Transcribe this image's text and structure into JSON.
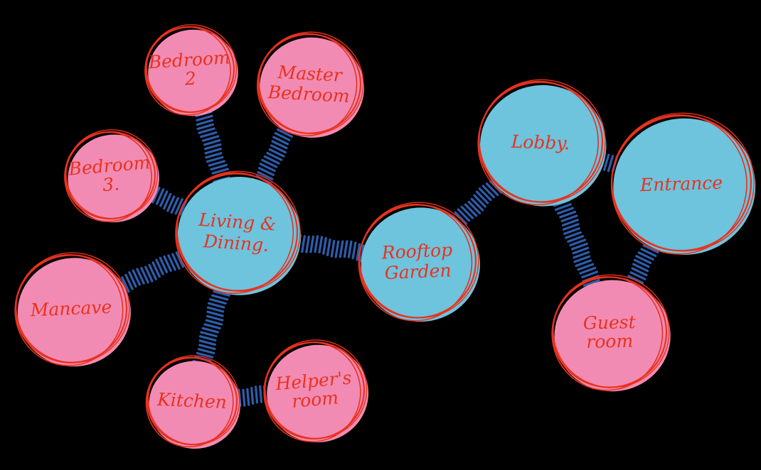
{
  "diagram": {
    "background_color": "#000000",
    "colors": {
      "private_zone_fill": "#F28BB3",
      "public_zone_fill": "#6EC3DD",
      "outline": "#E8321E",
      "connector": "#2E5DAB",
      "label": "#E8321E"
    },
    "rooms": [
      {
        "id": "bedroom-2",
        "zone": "private",
        "lines": [
          "Bedroom",
          "2"
        ]
      },
      {
        "id": "master-bedroom",
        "zone": "private",
        "lines": [
          "Master",
          "Bedroom"
        ]
      },
      {
        "id": "bedroom-3",
        "zone": "private",
        "lines": [
          "Bedroom",
          "3."
        ]
      },
      {
        "id": "living-dining",
        "zone": "public",
        "lines": [
          "Living &",
          "Dining."
        ]
      },
      {
        "id": "mancave",
        "zone": "private",
        "lines": [
          "Mancave"
        ]
      },
      {
        "id": "kitchen",
        "zone": "private",
        "lines": [
          "Kitchen"
        ]
      },
      {
        "id": "helpers-room",
        "zone": "private",
        "lines": [
          "Helper's",
          "room"
        ]
      },
      {
        "id": "rooftop-garden",
        "zone": "public",
        "lines": [
          "Rooftop",
          "Garden"
        ]
      },
      {
        "id": "lobby",
        "zone": "public",
        "lines": [
          "Lobby."
        ]
      },
      {
        "id": "entrance",
        "zone": "public",
        "lines": [
          "Entrance"
        ]
      },
      {
        "id": "guest-room",
        "zone": "private",
        "lines": [
          "Guest",
          "room"
        ]
      }
    ],
    "connections": [
      {
        "from": "living-dining",
        "to": "bedroom-2"
      },
      {
        "from": "living-dining",
        "to": "master-bedroom"
      },
      {
        "from": "living-dining",
        "to": "bedroom-3"
      },
      {
        "from": "living-dining",
        "to": "mancave"
      },
      {
        "from": "living-dining",
        "to": "kitchen"
      },
      {
        "from": "kitchen",
        "to": "helpers-room"
      },
      {
        "from": "living-dining",
        "to": "rooftop-garden"
      },
      {
        "from": "rooftop-garden",
        "to": "lobby"
      },
      {
        "from": "lobby",
        "to": "entrance"
      },
      {
        "from": "lobby",
        "to": "guest-room"
      },
      {
        "from": "entrance",
        "to": "guest-room"
      }
    ]
  }
}
